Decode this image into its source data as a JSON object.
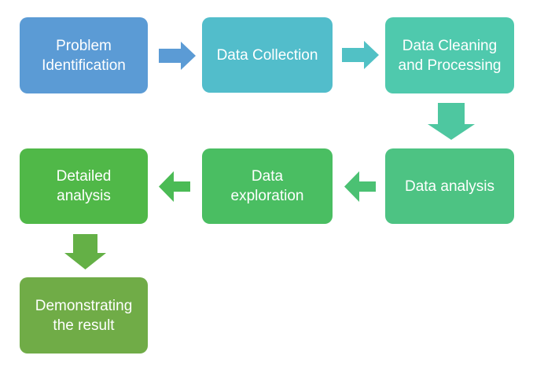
{
  "diagram": {
    "background": "#ffffff",
    "text_color": "#ffffff",
    "nodes": [
      {
        "id": "problem-identification",
        "label": "Problem\nIdentification",
        "color": "#5B9BD5"
      },
      {
        "id": "data-collection",
        "label": "Data Collection",
        "color": "#52BDCB"
      },
      {
        "id": "data-cleaning-processing",
        "label": "Data Cleaning\nand Processing",
        "color": "#4FC9AD"
      },
      {
        "id": "data-analysis",
        "label": "Data analysis",
        "color": "#4DC383"
      },
      {
        "id": "data-exploration",
        "label": "Data\nexploration",
        "color": "#4ABE62"
      },
      {
        "id": "detailed-analysis",
        "label": "Detailed\nanalysis",
        "color": "#50B848"
      },
      {
        "id": "demonstrating-result",
        "label": "Demonstrating\nthe result",
        "color": "#70AC47"
      }
    ],
    "arrows": [
      {
        "from": "problem-identification",
        "to": "data-collection",
        "direction": "right",
        "color": "#5B9BD5"
      },
      {
        "from": "data-collection",
        "to": "data-cleaning-processing",
        "direction": "right",
        "color": "#51C1C5"
      },
      {
        "from": "data-cleaning-processing",
        "to": "data-analysis",
        "direction": "down",
        "color": "#4EC7A0"
      },
      {
        "from": "data-analysis",
        "to": "data-exploration",
        "direction": "left",
        "color": "#4BC173"
      },
      {
        "from": "data-exploration",
        "to": "detailed-analysis",
        "direction": "left",
        "color": "#4BBB55"
      },
      {
        "from": "detailed-analysis",
        "to": "demonstrating-result",
        "direction": "down",
        "color": "#64B046"
      }
    ]
  }
}
